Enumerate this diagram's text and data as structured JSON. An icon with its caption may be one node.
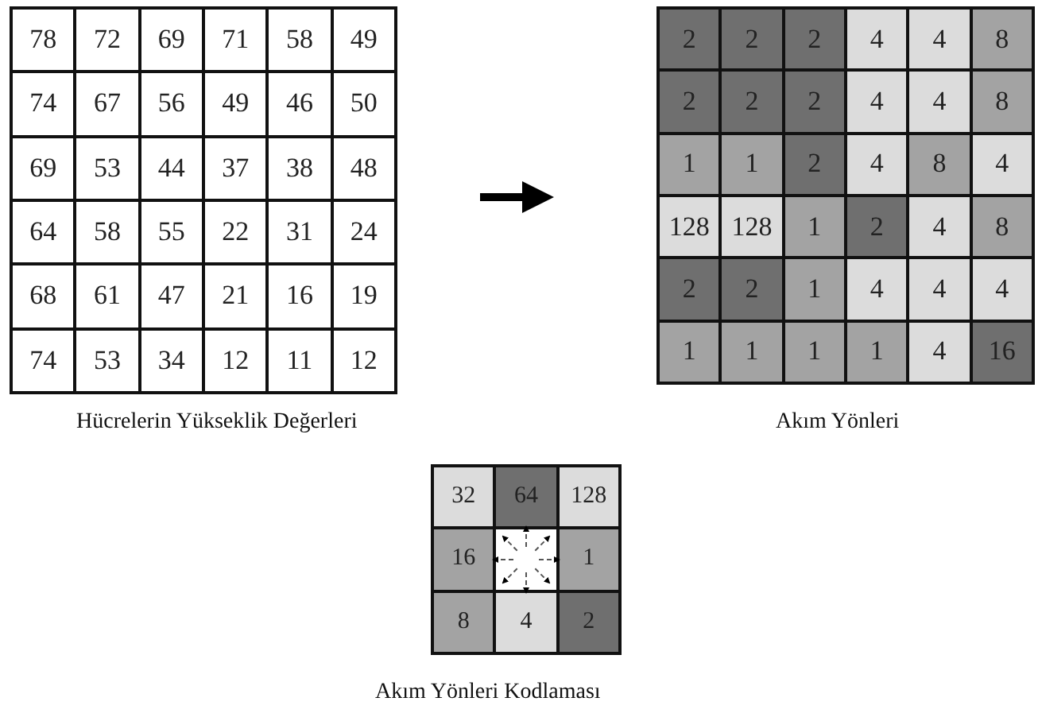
{
  "diagram": {
    "nodes": [
      {
        "text": [],
        "shape": "box",
        "beside": [
          "Hücrelerin Yükseklik Değerleri"
        ]
      },
      {
        "text": [],
        "shape": "box",
        "beside": [
          "Akım Yönleri"
        ]
      },
      {
        "text": [],
        "shape": "box",
        "beside": [
          "Akım Yönleri Kodlaması"
        ]
      }
    ],
    "edges": [
      {
        "from": 0,
        "to": 1,
        "arrow": "to"
      }
    ],
    "labels": [
      "78",
      "72",
      "69",
      "71",
      "58",
      "49",
      "74",
      "67",
      "56",
      "49",
      "46",
      "50",
      "69",
      "53",
      "44",
      "37",
      "38",
      "48",
      "64",
      "58",
      "55",
      "22",
      "31",
      "24",
      "68",
      "61",
      "47",
      "21",
      "16",
      "19",
      "74",
      "53",
      "34",
      "12",
      "11",
      "12",
      "2",
      "2",
      "2",
      "4",
      "4",
      "8",
      "2",
      "2",
      "2",
      "4",
      "4",
      "8",
      "1",
      "1",
      "2",
      "4",
      "8",
      "4",
      "128",
      "128",
      "1",
      "2",
      "4",
      "8",
      "2",
      "2",
      "1",
      "4",
      "4",
      "4",
      "1",
      "1",
      "1",
      "1",
      "4",
      "16",
      "32",
      "64",
      "128",
      "16",
      "1",
      "8",
      "4",
      "2"
    ]
  }
}
